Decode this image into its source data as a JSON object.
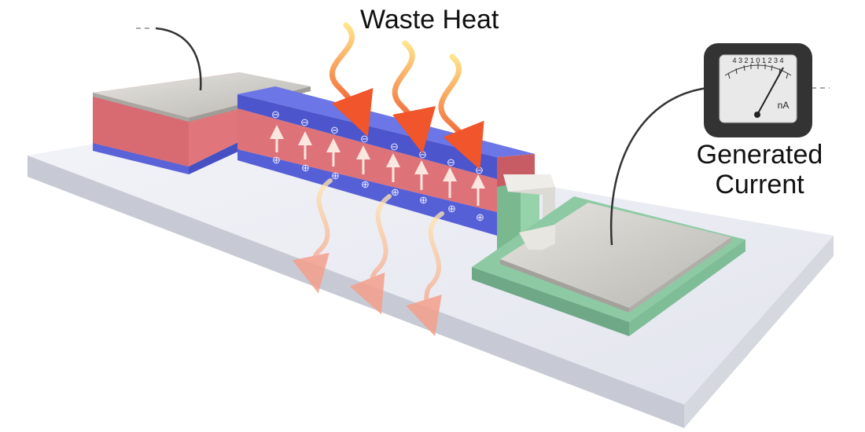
{
  "labels": {
    "waste_heat": "Waste Heat",
    "generated_current_line1": "Generated",
    "generated_current_line2": "Current"
  },
  "meter": {
    "scale": "4 3 2 1 0 1 2 3 4",
    "unit": "nA"
  },
  "symbols": {
    "negative": "⊖",
    "positive": "⊕"
  },
  "colors": {
    "substrate": "#eceef4",
    "red_layer": "#e07a80",
    "blue_layer": "#5662d6",
    "green_contact": "#8cc9a2",
    "metal_pad": "#c9c7c2",
    "heat_arrow": "#f26a3a",
    "meter_body": "#333333"
  }
}
